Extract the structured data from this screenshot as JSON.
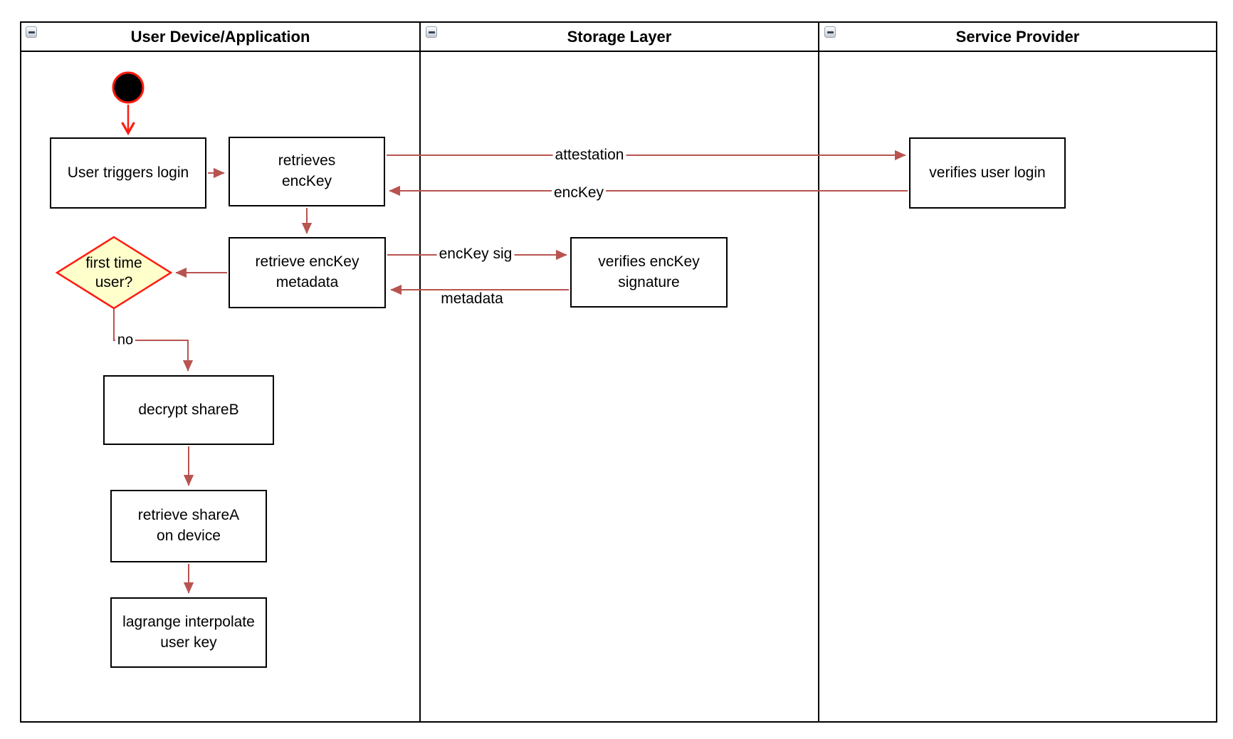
{
  "pool": {
    "lanes": [
      {
        "id": "user-device",
        "title": "User Device/Application"
      },
      {
        "id": "storage-layer",
        "title": "Storage Layer"
      },
      {
        "id": "service-provider",
        "title": "Service Provider"
      }
    ],
    "collapse_icon": "minus-icon"
  },
  "nodes": {
    "start": {
      "type": "initial-state"
    },
    "user_triggers_login": {
      "label": "User triggers login"
    },
    "retrieves_enckey": {
      "label": "retrieves\nencKey"
    },
    "retrieve_enckey_metadata": {
      "label": "retrieve encKey\nmetadata"
    },
    "first_time_user": {
      "label": "first time\nuser?"
    },
    "decrypt_shareb": {
      "label": "decrypt shareB"
    },
    "retrieve_sharea": {
      "label": "retrieve shareA\non device"
    },
    "lagrange_interpolate": {
      "label": "lagrange interpolate\nuser key"
    },
    "verifies_enckey_signature": {
      "label": "verifies encKey\nsignature"
    },
    "verifies_user_login": {
      "label": "verifies user login"
    }
  },
  "edge_labels": {
    "attestation": "attestation",
    "enckey": "encKey",
    "enckey_sig": "encKey sig",
    "metadata": "metadata",
    "no": "no"
  },
  "colors": {
    "edge_brown": "#B85450",
    "accent_red": "#FF1A0E",
    "decision_fill": "#FFFFCC",
    "node_border": "#000000",
    "lane_border": "#000000"
  }
}
